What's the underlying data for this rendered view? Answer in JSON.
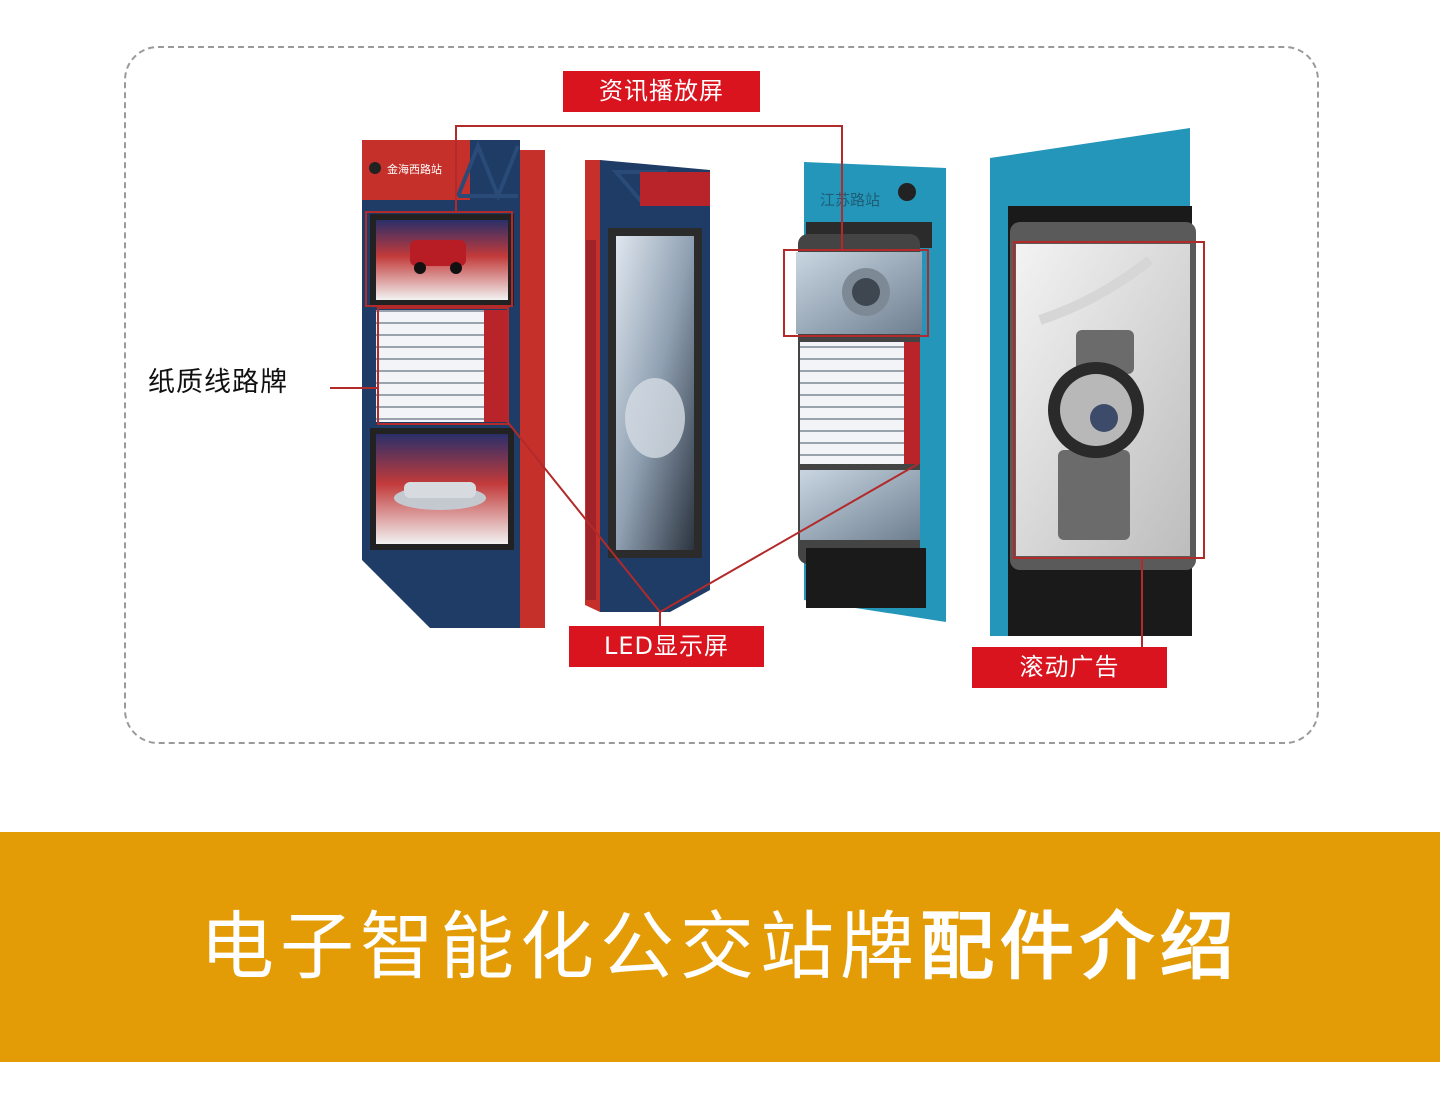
{
  "labels": {
    "info_screen": "资讯播放屏",
    "paper_route": "纸质线路牌",
    "led_screen": "LED显示屏",
    "scroll_ad": "滚动广告"
  },
  "signs": {
    "sign1_station": "金海西路站",
    "sign3_station": "江苏路站"
  },
  "banner": {
    "title_regular": "电子智能化公交站牌",
    "title_bold": "配件介绍"
  },
  "colors": {
    "accent_red": "#d9141e",
    "banner_orange": "#e39c06",
    "navy": "#1f3c66",
    "teal": "#2496ba"
  }
}
